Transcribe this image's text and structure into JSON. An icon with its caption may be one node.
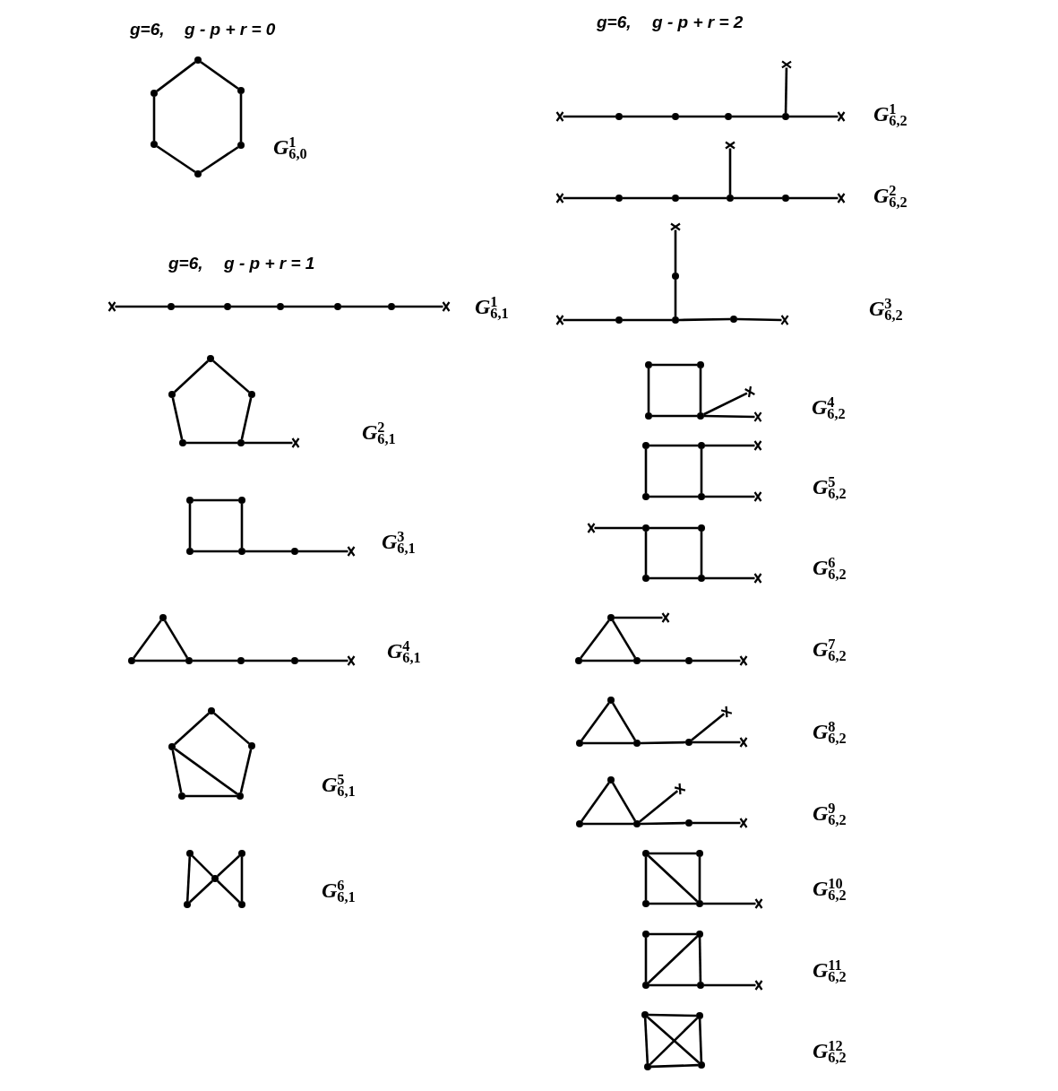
{
  "diagram": {
    "nodes": [
      {
        "text": [],
        "shape": "circle"
      },
      {
        "text": [],
        "shape": "circle"
      },
      {
        "text": [],
        "shape": "circle"
      },
      {
        "text": [],
        "shape": "circle"
      },
      {
        "text": [],
        "shape": "circle"
      },
      {
        "text": [],
        "shape": "circle"
      },
      {
        "text": [],
        "shape": "cross"
      },
      {
        "text": [],
        "shape": "circle"
      },
      {
        "text": [],
        "shape": "circle"
      },
      {
        "text": [],
        "shape": "circle"
      },
      {
        "text": [],
        "shape": "circle"
      },
      {
        "text": [],
        "shape": "circle"
      },
      {
        "text": [],
        "shape": "cross"
      },
      {
        "text": [],
        "shape": "circle"
      },
      {
        "text": [],
        "shape": "circle"
      },
      {
        "text": [],
        "shape": "circle"
      },
      {
        "text": [],
        "shape": "circle"
      },
      {
        "text": [],
        "shape": "circle"
      },
      {
        "text": [],
        "shape": "cross"
      },
      {
        "text": [],
        "shape": "circle"
      },
      {
        "text": [],
        "shape": "circle"
      },
      {
        "text": [],
        "shape": "circle"
      },
      {
        "text": [],
        "shape": "circle"
      },
      {
        "text": [],
        "shape": "circle"
      },
      {
        "text": [],
        "shape": "cross"
      },
      {
        "text": [],
        "shape": "circle"
      },
      {
        "text": [],
        "shape": "circle"
      },
      {
        "text": [],
        "shape": "circle"
      },
      {
        "text": [],
        "shape": "circle"
      },
      {
        "text": [],
        "shape": "circle"
      },
      {
        "text": [],
        "shape": "cross"
      },
      {
        "text": [],
        "shape": "circle"
      },
      {
        "text": [],
        "shape": "circle"
      },
      {
        "text": [],
        "shape": "circle"
      },
      {
        "text": [],
        "shape": "circle"
      },
      {
        "text": [],
        "shape": "circle"
      },
      {
        "text": [],
        "shape": "circle"
      },
      {
        "text": [],
        "shape": "circle"
      },
      {
        "text": [],
        "shape": "circle"
      },
      {
        "text": [],
        "shape": "circle"
      },
      {
        "text": [],
        "shape": "circle"
      },
      {
        "text": [],
        "shape": "cross"
      },
      {
        "text": [],
        "shape": "cross"
      },
      {
        "text": [],
        "shape": "circle"
      },
      {
        "text": [],
        "shape": "circle"
      },
      {
        "text": [],
        "shape": "circle"
      },
      {
        "text": [],
        "shape": "circle"
      },
      {
        "text": [],
        "shape": "cross"
      },
      {
        "text": [],
        "shape": "cross"
      },
      {
        "text": [],
        "shape": "cross"
      },
      {
        "text": [],
        "shape": "circle"
      },
      {
        "text": [],
        "shape": "circle"
      },
      {
        "text": [],
        "shape": "circle"
      },
      {
        "text": [],
        "shape": "circle"
      },
      {
        "text": [],
        "shape": "cross"
      },
      {
        "text": [],
        "shape": "cross"
      },
      {
        "text": [],
        "shape": "circle"
      },
      {
        "text": [],
        "shape": "cross"
      },
      {
        "text": [],
        "shape": "circle"
      },
      {
        "text": [],
        "shape": "circle"
      },
      {
        "text": [],
        "shape": "circle"
      },
      {
        "text": [],
        "shape": "cross"
      },
      {
        "text": [],
        "shape": "circle"
      },
      {
        "text": [],
        "shape": "circle"
      },
      {
        "text": [],
        "shape": "cross"
      },
      {
        "text": [],
        "shape": "circle"
      },
      {
        "text": [],
        "shape": "circle"
      },
      {
        "text": [],
        "shape": "cross"
      },
      {
        "text": [],
        "shape": "circle"
      },
      {
        "text": [],
        "shape": "circle"
      },
      {
        "text": [],
        "shape": "cross"
      },
      {
        "text": [],
        "shape": "circle"
      },
      {
        "text": [],
        "shape": "circle"
      },
      {
        "text": [],
        "shape": "cross"
      },
      {
        "text": [],
        "shape": "cross"
      },
      {
        "text": [],
        "shape": "circle"
      },
      {
        "text": [],
        "shape": "circle"
      },
      {
        "text": [],
        "shape": "circle"
      },
      {
        "text": [],
        "shape": "circle"
      },
      {
        "text": [],
        "shape": "cross"
      },
      {
        "text": [],
        "shape": "circle"
      },
      {
        "text": [],
        "shape": "cross"
      },
      {
        "text": [],
        "shape": "circle"
      },
      {
        "text": [],
        "shape": "circle"
      },
      {
        "text": [],
        "shape": "circle"
      },
      {
        "text": [],
        "shape": "cross"
      },
      {
        "text": [],
        "shape": "circle"
      },
      {
        "text": [],
        "shape": "cross"
      },
      {
        "text": [],
        "shape": "circle"
      },
      {
        "text": [],
        "shape": "circle"
      },
      {
        "text": [],
        "shape": "circle"
      },
      {
        "text": [],
        "shape": "cross"
      },
      {
        "text": [],
        "shape": "circle"
      },
      {
        "text": [],
        "shape": "cross"
      },
      {
        "text": [],
        "shape": "circle"
      },
      {
        "text": [],
        "shape": "circle"
      },
      {
        "text": [],
        "shape": "circle"
      },
      {
        "text": [],
        "shape": "cross"
      },
      {
        "text": [],
        "shape": "circle"
      },
      {
        "text": [],
        "shape": "circle"
      },
      {
        "text": [],
        "shape": "circle"
      },
      {
        "text": [],
        "shape": "circle"
      },
      {
        "text": [],
        "shape": "cross"
      },
      {
        "text": [],
        "shape": "circle"
      },
      {
        "text": [],
        "shape": "circle"
      },
      {
        "text": [],
        "shape": "circle"
      },
      {
        "text": [],
        "shape": "circle"
      },
      {
        "text": [],
        "shape": "cross"
      },
      {
        "text": [],
        "shape": "circle"
      },
      {
        "text": [],
        "shape": "circle"
      },
      {
        "text": [],
        "shape": "circle"
      },
      {
        "text": [],
        "shape": "circle"
      }
    ],
    "edges": [
      {
        "from": 0,
        "to": 1,
        "arrow": "none"
      },
      {
        "from": 0,
        "to": 2,
        "arrow": "none"
      },
      {
        "from": 1,
        "to": 3,
        "arrow": "none"
      },
      {
        "from": 2,
        "to": 4,
        "arrow": "none"
      },
      {
        "from": 3,
        "to": 5,
        "arrow": "none"
      },
      {
        "from": 4,
        "to": 5,
        "arrow": "none"
      },
      {
        "from": 7,
        "to": 6,
        "arrow": "none"
      },
      {
        "from": 7,
        "to": 8,
        "arrow": "none"
      },
      {
        "from": 8,
        "to": 9,
        "arrow": "none"
      },
      {
        "from": 9,
        "to": 10,
        "arrow": "none"
      },
      {
        "from": 10,
        "to": 11,
        "arrow": "none"
      },
      {
        "from": 11,
        "to": 12,
        "arrow": "none"
      },
      {
        "from": 13,
        "to": 14,
        "arrow": "none"
      },
      {
        "from": 13,
        "to": 15,
        "arrow": "none"
      },
      {
        "from": 14,
        "to": 16,
        "arrow": "none"
      },
      {
        "from": 15,
        "to": 17,
        "arrow": "none"
      },
      {
        "from": 16,
        "to": 17,
        "arrow": "none"
      },
      {
        "from": 17,
        "to": 18,
        "arrow": "none"
      },
      {
        "from": 19,
        "to": 20,
        "arrow": "none"
      },
      {
        "from": 19,
        "to": 21,
        "arrow": "none"
      },
      {
        "from": 20,
        "to": 22,
        "arrow": "none"
      },
      {
        "from": 21,
        "to": 22,
        "arrow": "none"
      },
      {
        "from": 22,
        "to": 23,
        "arrow": "none"
      },
      {
        "from": 23,
        "to": 24,
        "arrow": "none"
      },
      {
        "from": 25,
        "to": 26,
        "arrow": "none"
      },
      {
        "from": 25,
        "to": 27,
        "arrow": "none"
      },
      {
        "from": 26,
        "to": 27,
        "arrow": "none"
      },
      {
        "from": 27,
        "to": 28,
        "arrow": "none"
      },
      {
        "from": 28,
        "to": 29,
        "arrow": "none"
      },
      {
        "from": 29,
        "to": 30,
        "arrow": "none"
      },
      {
        "from": 31,
        "to": 32,
        "arrow": "none"
      },
      {
        "from": 31,
        "to": 33,
        "arrow": "none"
      },
      {
        "from": 32,
        "to": 34,
        "arrow": "none"
      },
      {
        "from": 33,
        "to": 35,
        "arrow": "none"
      },
      {
        "from": 34,
        "to": 35,
        "arrow": "none"
      },
      {
        "from": 32,
        "to": 35,
        "arrow": "none"
      },
      {
        "from": 36,
        "to": 39,
        "arrow": "none"
      },
      {
        "from": 37,
        "to": 40,
        "arrow": "none"
      },
      {
        "from": 36,
        "to": 38,
        "arrow": "none"
      },
      {
        "from": 38,
        "to": 40,
        "arrow": "none"
      },
      {
        "from": 37,
        "to": 38,
        "arrow": "none"
      },
      {
        "from": 38,
        "to": 39,
        "arrow": "none"
      },
      {
        "from": 43,
        "to": 42,
        "arrow": "none"
      },
      {
        "from": 43,
        "to": 44,
        "arrow": "none"
      },
      {
        "from": 44,
        "to": 45,
        "arrow": "none"
      },
      {
        "from": 45,
        "to": 46,
        "arrow": "none"
      },
      {
        "from": 46,
        "to": 47,
        "arrow": "none"
      },
      {
        "from": 46,
        "to": 41,
        "arrow": "none"
      },
      {
        "from": 50,
        "to": 49,
        "arrow": "none"
      },
      {
        "from": 50,
        "to": 51,
        "arrow": "none"
      },
      {
        "from": 51,
        "to": 52,
        "arrow": "none"
      },
      {
        "from": 52,
        "to": 53,
        "arrow": "none"
      },
      {
        "from": 53,
        "to": 54,
        "arrow": "none"
      },
      {
        "from": 52,
        "to": 48,
        "arrow": "none"
      },
      {
        "from": 58,
        "to": 57,
        "arrow": "none"
      },
      {
        "from": 58,
        "to": 59,
        "arrow": "none"
      },
      {
        "from": 59,
        "to": 60,
        "arrow": "none"
      },
      {
        "from": 60,
        "to": 61,
        "arrow": "none"
      },
      {
        "from": 59,
        "to": 56,
        "arrow": "none"
      },
      {
        "from": 56,
        "to": 55,
        "arrow": "none"
      },
      {
        "from": 62,
        "to": 63,
        "arrow": "none"
      },
      {
        "from": 62,
        "to": 65,
        "arrow": "none"
      },
      {
        "from": 63,
        "to": 66,
        "arrow": "none"
      },
      {
        "from": 65,
        "to": 66,
        "arrow": "none"
      },
      {
        "from": 66,
        "to": 64,
        "arrow": "none"
      },
      {
        "from": 66,
        "to": 67,
        "arrow": "none"
      },
      {
        "from": 68,
        "to": 69,
        "arrow": "none"
      },
      {
        "from": 68,
        "to": 71,
        "arrow": "none"
      },
      {
        "from": 69,
        "to": 72,
        "arrow": "none"
      },
      {
        "from": 71,
        "to": 72,
        "arrow": "none"
      },
      {
        "from": 69,
        "to": 70,
        "arrow": "none"
      },
      {
        "from": 72,
        "to": 73,
        "arrow": "none"
      },
      {
        "from": 75,
        "to": 74,
        "arrow": "none"
      },
      {
        "from": 75,
        "to": 76,
        "arrow": "none"
      },
      {
        "from": 75,
        "to": 77,
        "arrow": "none"
      },
      {
        "from": 76,
        "to": 78,
        "arrow": "none"
      },
      {
        "from": 77,
        "to": 78,
        "arrow": "none"
      },
      {
        "from": 78,
        "to": 79,
        "arrow": "none"
      },
      {
        "from": 80,
        "to": 82,
        "arrow": "none"
      },
      {
        "from": 80,
        "to": 83,
        "arrow": "none"
      },
      {
        "from": 82,
        "to": 83,
        "arrow": "none"
      },
      {
        "from": 80,
        "to": 81,
        "arrow": "none"
      },
      {
        "from": 83,
        "to": 84,
        "arrow": "none"
      },
      {
        "from": 84,
        "to": 85,
        "arrow": "none"
      },
      {
        "from": 86,
        "to": 88,
        "arrow": "none"
      },
      {
        "from": 86,
        "to": 89,
        "arrow": "none"
      },
      {
        "from": 88,
        "to": 89,
        "arrow": "none"
      },
      {
        "from": 89,
        "to": 90,
        "arrow": "none"
      },
      {
        "from": 90,
        "to": 91,
        "arrow": "none"
      },
      {
        "from": 90,
        "to": 87,
        "arrow": "none"
      },
      {
        "from": 92,
        "to": 94,
        "arrow": "none"
      },
      {
        "from": 92,
        "to": 95,
        "arrow": "none"
      },
      {
        "from": 94,
        "to": 95,
        "arrow": "none"
      },
      {
        "from": 95,
        "to": 93,
        "arrow": "none"
      },
      {
        "from": 95,
        "to": 96,
        "arrow": "none"
      },
      {
        "from": 96,
        "to": 97,
        "arrow": "none"
      },
      {
        "from": 98,
        "to": 99,
        "arrow": "none"
      },
      {
        "from": 98,
        "to": 100,
        "arrow": "none"
      },
      {
        "from": 99,
        "to": 101,
        "arrow": "none"
      },
      {
        "from": 100,
        "to": 101,
        "arrow": "none"
      },
      {
        "from": 98,
        "to": 101,
        "arrow": "none"
      },
      {
        "from": 101,
        "to": 102,
        "arrow": "none"
      },
      {
        "from": 103,
        "to": 104,
        "arrow": "none"
      },
      {
        "from": 103,
        "to": 105,
        "arrow": "none"
      },
      {
        "from": 104,
        "to": 106,
        "arrow": "none"
      },
      {
        "from": 105,
        "to": 106,
        "arrow": "none"
      },
      {
        "from": 105,
        "to": 104,
        "arrow": "none"
      },
      {
        "from": 106,
        "to": 107,
        "arrow": "none"
      },
      {
        "from": 108,
        "to": 109,
        "arrow": "none"
      },
      {
        "from": 108,
        "to": 110,
        "arrow": "none"
      },
      {
        "from": 109,
        "to": 111,
        "arrow": "none"
      },
      {
        "from": 110,
        "to": 111,
        "arrow": "none"
      },
      {
        "from": 108,
        "to": 111,
        "arrow": "none"
      },
      {
        "from": 110,
        "to": 109,
        "arrow": "none"
      }
    ],
    "labels": [
      "g=6,",
      "g - p + r = 0",
      "G$^{1}$$_{6,0}$",
      "g=6,",
      "g - p + r = 1",
      "G$^{1}$$_{6,1}$",
      "G$^{2}$$_{6,1}$",
      "G$^{3}$$_{6,1}$",
      "G$^{4}$$_{6,1}$",
      "G$^{5}$$_{6,1}$",
      "G$^{6}$$_{6,1}$",
      "g=6,",
      "g - p + r = 2",
      "G$^{1}$$_{6,2}$",
      "G$^{2}$$_{6,2}$",
      "G$^{3}$$_{6,2}$",
      "G$^{4}$$_{6,2}$",
      "G$^{5}$$_{6,2}$",
      "G$^{6}$$_{6,2}$",
      "G$^{7}$$_{6,2}$",
      "G$^{8}$$_{6,2}$",
      "G$^{9}$$_{6,2}$",
      "G$^{10}$$_{6,2}$",
      "G$^{11}$$_{6,2}$",
      "G$^{12}$$_{6,2}$"
    ]
  }
}
